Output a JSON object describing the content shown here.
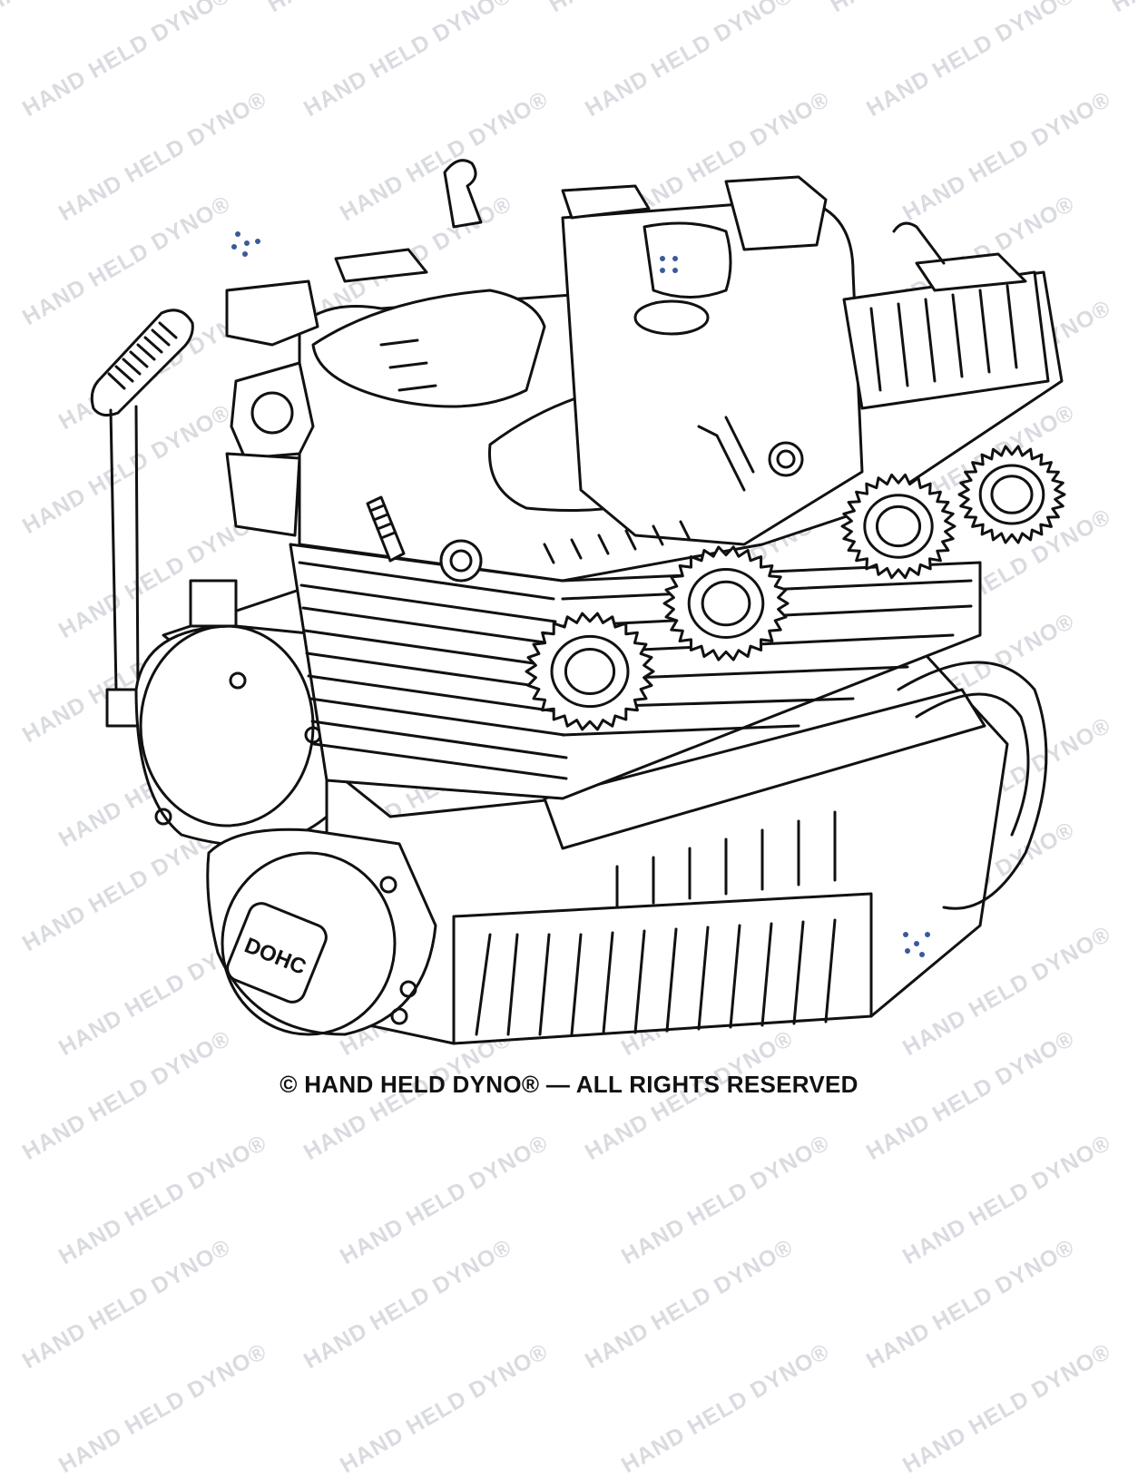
{
  "watermark": {
    "text": "HAND HELD DYNO®",
    "color": "#d9dbe0"
  },
  "engine": {
    "badge_text": "DOHC",
    "line_color": "#111111",
    "accent_dots_color": "#3a5a9a"
  },
  "footer": {
    "copyright": "© HAND HELD DYNO® — ALL RIGHTS RESERVED"
  }
}
